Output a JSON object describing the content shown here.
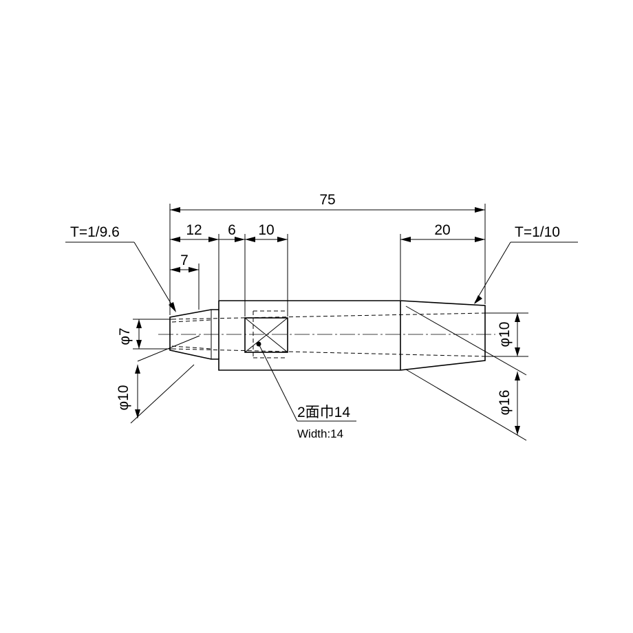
{
  "dimensions": {
    "overall_length": "75",
    "tip_section": "12",
    "tip_taper": "7",
    "neck": "6",
    "square": "10",
    "tail_taper": "20",
    "tip_dia_small": "φ7",
    "tip_dia_large": "φ10",
    "tail_dia_small": "φ10",
    "body_dia": "φ16"
  },
  "tapers": {
    "left": "T=1/9.6",
    "right": "T=1/10"
  },
  "flat_note": {
    "jp": "2面巾14",
    "en": "Width:14"
  }
}
